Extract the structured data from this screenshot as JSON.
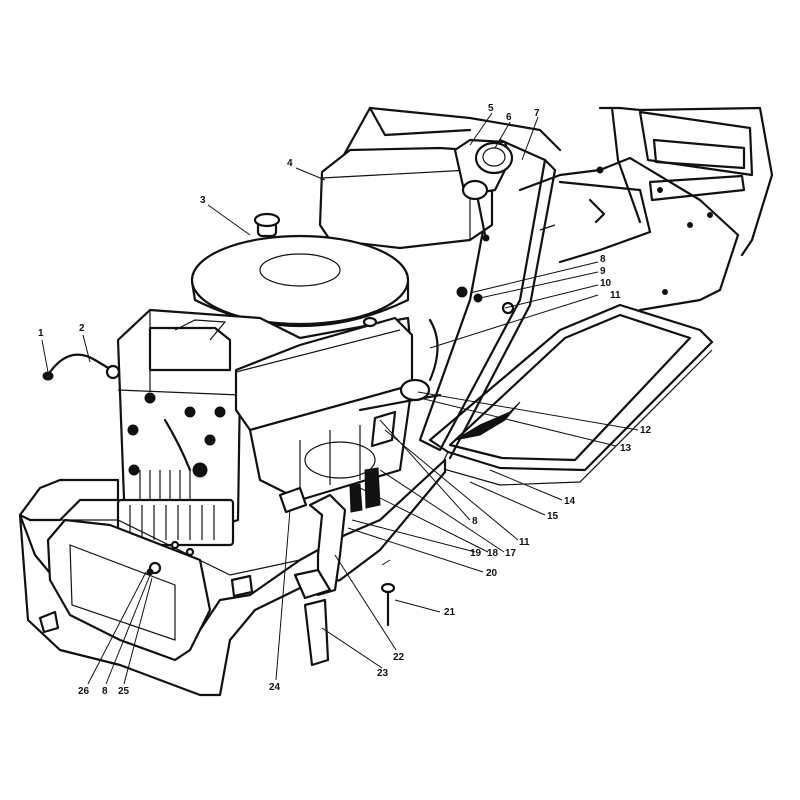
{
  "diagram": {
    "callouts": [
      "1",
      "2",
      "3",
      "4",
      "5",
      "6",
      "7",
      "8",
      "9",
      "10",
      "11",
      "12",
      "13",
      "14",
      "15",
      "8",
      "11",
      "17",
      "18",
      "19",
      "20",
      "21",
      "22",
      "23",
      "24",
      "25",
      "8",
      "26"
    ]
  }
}
